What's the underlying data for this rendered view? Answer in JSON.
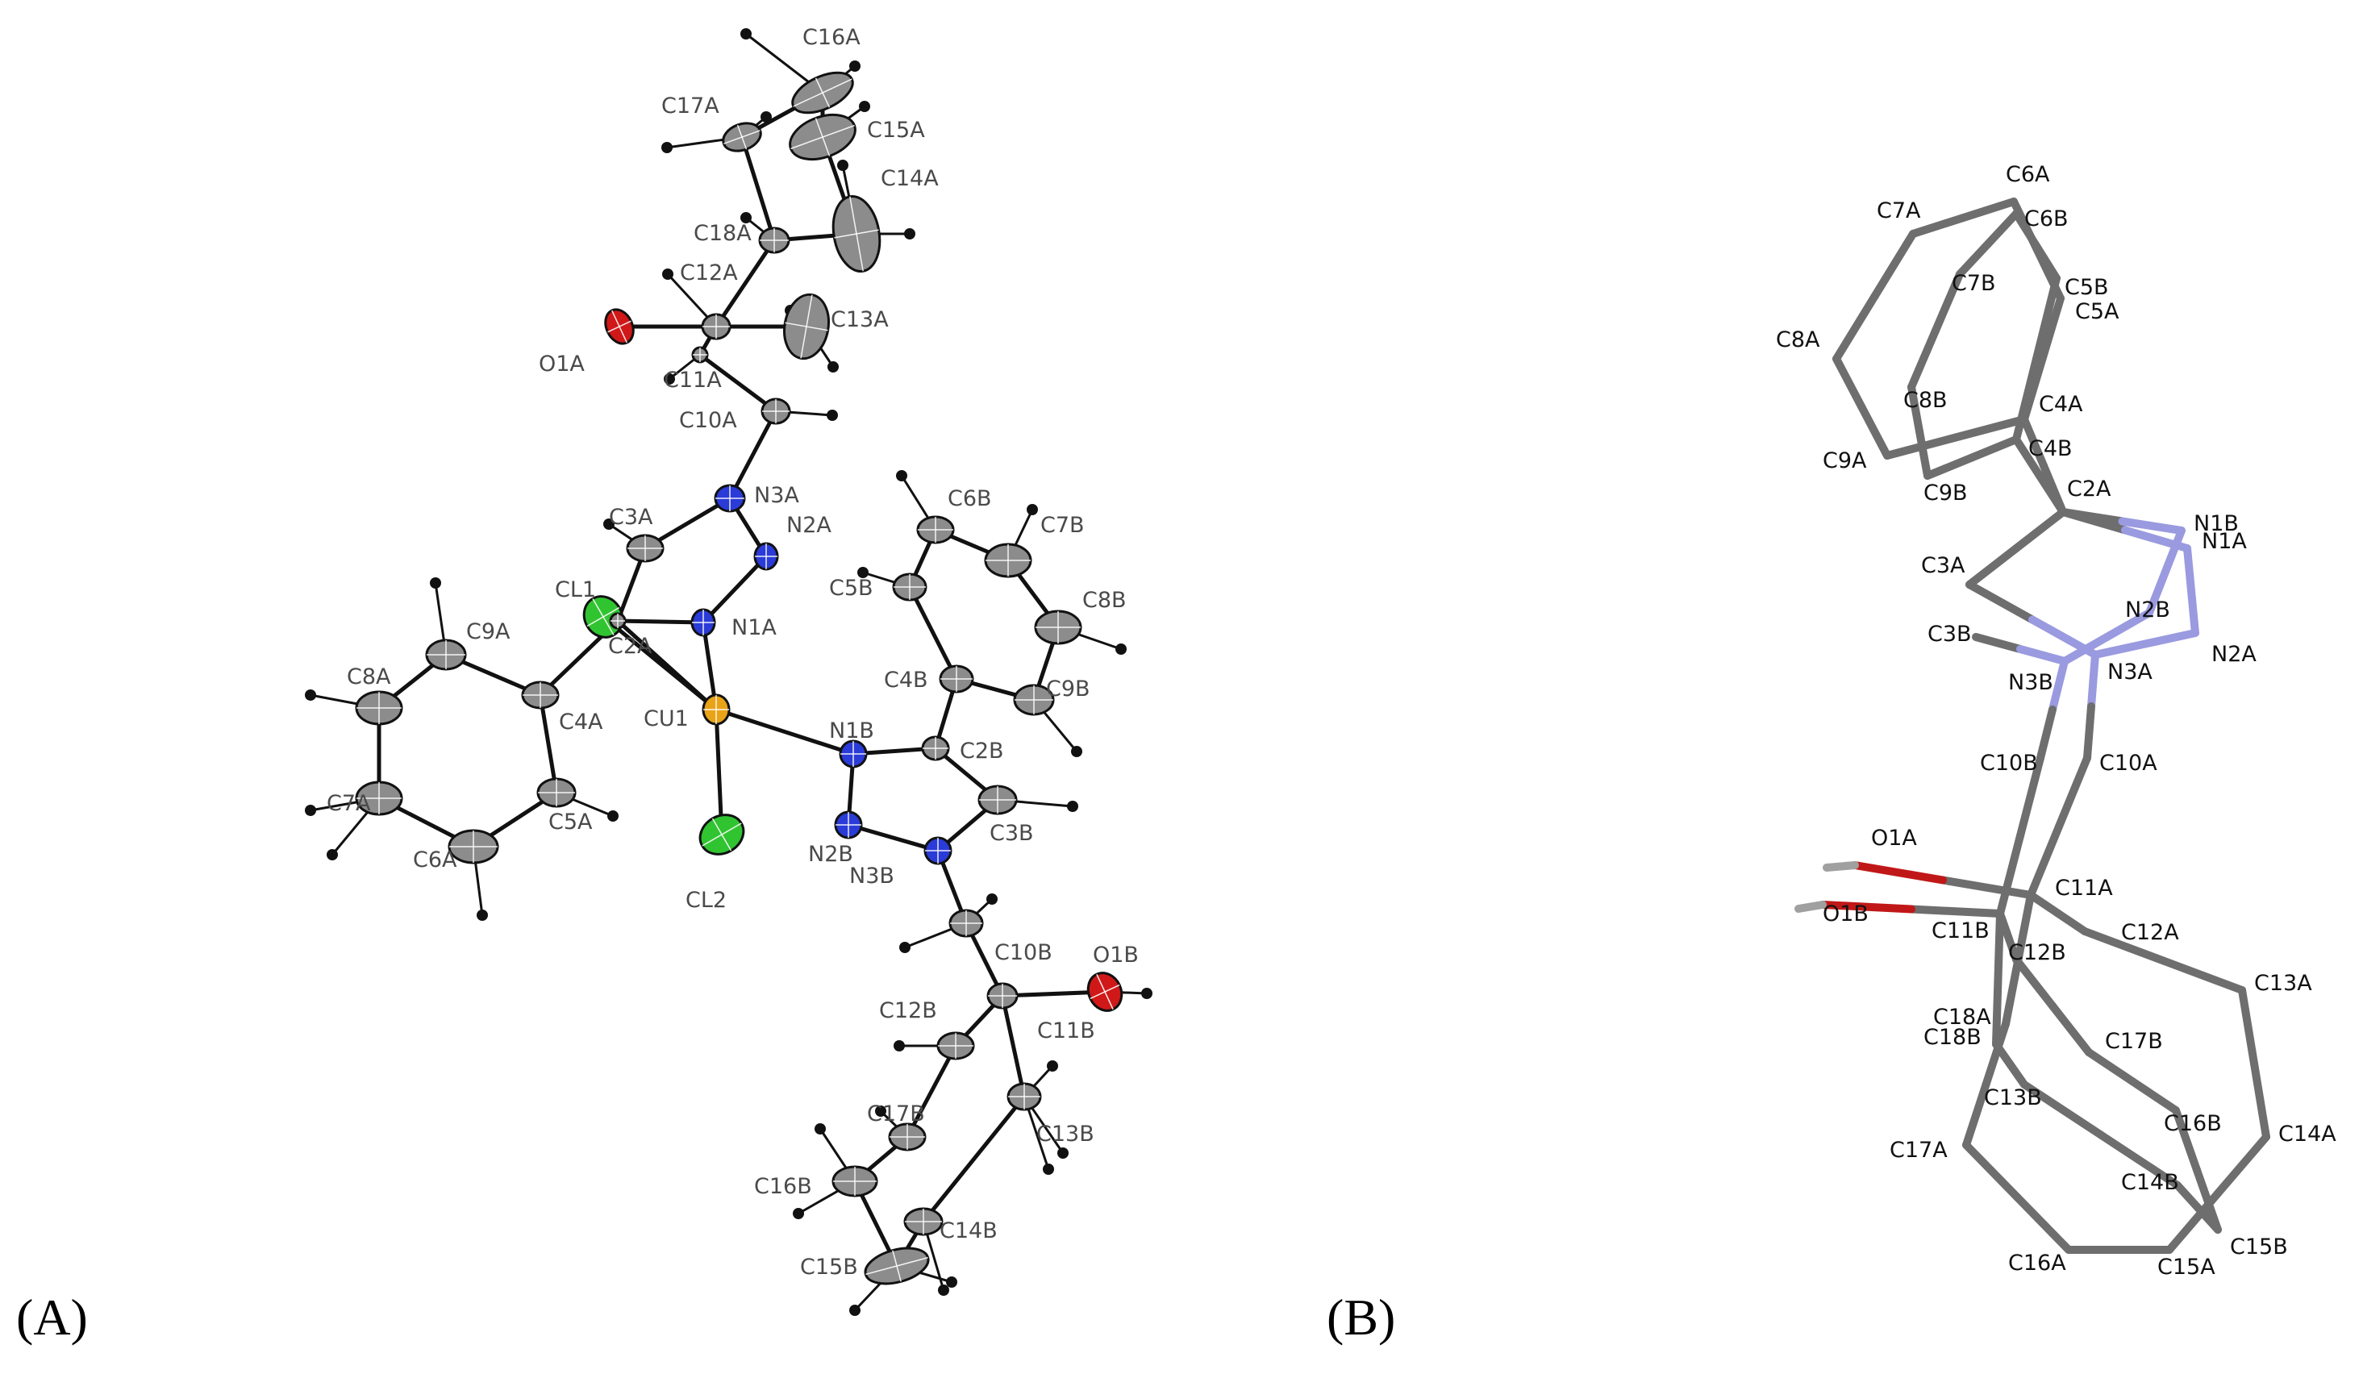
{
  "colors": {
    "background": "#ffffff",
    "bond_a": "#111111",
    "bond_b": "#6e6e6e",
    "carbon": "#8c8c8c",
    "nitrogen": "#2a3bd8",
    "nitrogen_b": "#9a9ae0",
    "oxygen": "#d01818",
    "oxygen_b": "#c01818",
    "chlorine": "#31c431",
    "copper": "#e8a317",
    "hydrogen": "#111111",
    "label_a": "#4a4a4a",
    "label_b": "#111111"
  },
  "panels": [
    {
      "letter": "(A)",
      "description_style": "ORTEP thermal ellipsoid plot",
      "atoms": [
        {
          "label": "C16A",
          "el": "C"
        },
        {
          "label": "C17A",
          "el": "C"
        },
        {
          "label": "C15A",
          "el": "C"
        },
        {
          "label": "C14A",
          "el": "C"
        },
        {
          "label": "C18A",
          "el": "C"
        },
        {
          "label": "C12A",
          "el": "C"
        },
        {
          "label": "C13A",
          "el": "C"
        },
        {
          "label": "O1A",
          "el": "O"
        },
        {
          "label": "C11A",
          "el": "C"
        },
        {
          "label": "C10A",
          "el": "C"
        },
        {
          "label": "N3A",
          "el": "N"
        },
        {
          "label": "C3A",
          "el": "C"
        },
        {
          "label": "N2A",
          "el": "N"
        },
        {
          "label": "CL1",
          "el": "Cl"
        },
        {
          "label": "N1A",
          "el": "N"
        },
        {
          "label": "C2A",
          "el": "C"
        },
        {
          "label": "C9A",
          "el": "C"
        },
        {
          "label": "C8A",
          "el": "C"
        },
        {
          "label": "C4A",
          "el": "C"
        },
        {
          "label": "C7A",
          "el": "C"
        },
        {
          "label": "C6A",
          "el": "C"
        },
        {
          "label": "C5A",
          "el": "C"
        },
        {
          "label": "CU1",
          "el": "Cu"
        },
        {
          "label": "CL2",
          "el": "Cl"
        },
        {
          "label": "N1B",
          "el": "N"
        },
        {
          "label": "N2B",
          "el": "N"
        },
        {
          "label": "N3B",
          "el": "N"
        },
        {
          "label": "C2B",
          "el": "C"
        },
        {
          "label": "C3B",
          "el": "C"
        },
        {
          "label": "C4B",
          "el": "C"
        },
        {
          "label": "C5B",
          "el": "C"
        },
        {
          "label": "C6B",
          "el": "C"
        },
        {
          "label": "C7B",
          "el": "C"
        },
        {
          "label": "C8B",
          "el": "C"
        },
        {
          "label": "C9B",
          "el": "C"
        },
        {
          "label": "C10B",
          "el": "C"
        },
        {
          "label": "C11B",
          "el": "C"
        },
        {
          "label": "O1B",
          "el": "O"
        },
        {
          "label": "C12B",
          "el": "C"
        },
        {
          "label": "C17B",
          "el": "C"
        },
        {
          "label": "C16B",
          "el": "C"
        },
        {
          "label": "C13B",
          "el": "C"
        },
        {
          "label": "C15B",
          "el": "C"
        },
        {
          "label": "C14B",
          "el": "C"
        }
      ],
      "bonds": [
        [
          "C16A",
          "C17A"
        ],
        [
          "C16A",
          "C15A"
        ],
        [
          "C15A",
          "C14A"
        ],
        [
          "C17A",
          "C18A"
        ],
        [
          "C18A",
          "C14A"
        ],
        [
          "C18A",
          "C12A"
        ],
        [
          "C12A",
          "C13A"
        ],
        [
          "C12A",
          "O1A"
        ],
        [
          "C12A",
          "C11A"
        ],
        [
          "C11A",
          "C10A"
        ],
        [
          "C10A",
          "N3A"
        ],
        [
          "N3A",
          "N2A"
        ],
        [
          "N3A",
          "C3A"
        ],
        [
          "C3A",
          "C2A"
        ],
        [
          "N2A",
          "N1A"
        ],
        [
          "N1A",
          "C2A"
        ],
        [
          "C2A",
          "C4A"
        ],
        [
          "C4A",
          "C9A"
        ],
        [
          "C4A",
          "C5A"
        ],
        [
          "C9A",
          "C8A"
        ],
        [
          "C8A",
          "C7A"
        ],
        [
          "C7A",
          "C6A"
        ],
        [
          "C6A",
          "C5A"
        ],
        [
          "CU1",
          "N1A"
        ],
        [
          "CU1",
          "C2A"
        ],
        [
          "CU1",
          "CL1"
        ],
        [
          "CU1",
          "CL2"
        ],
        [
          "CU1",
          "N1B"
        ],
        [
          "N1B",
          "N2B"
        ],
        [
          "N1B",
          "C2B"
        ],
        [
          "N2B",
          "N3B"
        ],
        [
          "N3B",
          "C3B"
        ],
        [
          "C3B",
          "C2B"
        ],
        [
          "C2B",
          "C4B"
        ],
        [
          "C4B",
          "C5B"
        ],
        [
          "C4B",
          "C9B"
        ],
        [
          "C5B",
          "C6B"
        ],
        [
          "C6B",
          "C7B"
        ],
        [
          "C7B",
          "C8B"
        ],
        [
          "C8B",
          "C9B"
        ],
        [
          "N3B",
          "C10B"
        ],
        [
          "C10B",
          "C11B"
        ],
        [
          "C11B",
          "O1B"
        ],
        [
          "C11B",
          "C12B"
        ],
        [
          "C11B",
          "C13B"
        ],
        [
          "C12B",
          "C17B"
        ],
        [
          "C17B",
          "C16B"
        ],
        [
          "C16B",
          "C15B"
        ],
        [
          "C15B",
          "C14B"
        ],
        [
          "C14B",
          "C13B"
        ]
      ]
    },
    {
      "letter": "(B)",
      "description_style": "overlay capped-stick plot",
      "atoms": [
        {
          "label": "C6A",
          "el": "C"
        },
        {
          "label": "C7A",
          "el": "C"
        },
        {
          "label": "C6B",
          "el": "C"
        },
        {
          "label": "C5B",
          "el": "C"
        },
        {
          "label": "C7B",
          "el": "C"
        },
        {
          "label": "C5A",
          "el": "C"
        },
        {
          "label": "C8A",
          "el": "C"
        },
        {
          "label": "C8B",
          "el": "C"
        },
        {
          "label": "C4A",
          "el": "C"
        },
        {
          "label": "C4B",
          "el": "C"
        },
        {
          "label": "C9A",
          "el": "C"
        },
        {
          "label": "C9B",
          "el": "C"
        },
        {
          "label": "C2A",
          "el": "C"
        },
        {
          "label": "N1B",
          "el": "N"
        },
        {
          "label": "N1A",
          "el": "N"
        },
        {
          "label": "C3A",
          "el": "C"
        },
        {
          "label": "N2B",
          "el": "N"
        },
        {
          "label": "C3B",
          "el": "C"
        },
        {
          "label": "N2A",
          "el": "N"
        },
        {
          "label": "N3B",
          "el": "N"
        },
        {
          "label": "N3A",
          "el": "N"
        },
        {
          "label": "C10B",
          "el": "C"
        },
        {
          "label": "C10A",
          "el": "C"
        },
        {
          "label": "O1A",
          "el": "O"
        },
        {
          "label": "C11A",
          "el": "C"
        },
        {
          "label": "O1B",
          "el": "O"
        },
        {
          "label": "C11B",
          "el": "C"
        },
        {
          "label": "C12B",
          "el": "C"
        },
        {
          "label": "C12A",
          "el": "C"
        },
        {
          "label": "C13A",
          "el": "C"
        },
        {
          "label": "C18A",
          "el": "C"
        },
        {
          "label": "C18B",
          "el": "C"
        },
        {
          "label": "C17B",
          "el": "C"
        },
        {
          "label": "C13B",
          "el": "C"
        },
        {
          "label": "C16B",
          "el": "C"
        },
        {
          "label": "C14A",
          "el": "C"
        },
        {
          "label": "C17A",
          "el": "C"
        },
        {
          "label": "C14B",
          "el": "C"
        },
        {
          "label": "C15B",
          "el": "C"
        },
        {
          "label": "C16A",
          "el": "C"
        },
        {
          "label": "C15A",
          "el": "C"
        }
      ],
      "bonds": [
        [
          "C4A",
          "C5A"
        ],
        [
          "C5A",
          "C6A"
        ],
        [
          "C6A",
          "C7A"
        ],
        [
          "C7A",
          "C8A"
        ],
        [
          "C8A",
          "C9A"
        ],
        [
          "C9A",
          "C4A"
        ],
        [
          "C4B",
          "C5B"
        ],
        [
          "C5B",
          "C6B"
        ],
        [
          "C6B",
          "C7B"
        ],
        [
          "C7B",
          "C8B"
        ],
        [
          "C8B",
          "C9B"
        ],
        [
          "C9B",
          "C4B"
        ],
        [
          "C4A",
          "C2A"
        ],
        [
          "C4B",
          "C2A"
        ],
        [
          "C2A",
          "C3A"
        ],
        [
          "C2A",
          "N1A"
        ],
        [
          "C2A",
          "N1B"
        ],
        [
          "C3A",
          "N3A"
        ],
        [
          "C3B",
          "N3B"
        ],
        [
          "N1A",
          "N2A"
        ],
        [
          "N2A",
          "N3A"
        ],
        [
          "N1B",
          "N2B"
        ],
        [
          "N2B",
          "N3B"
        ],
        [
          "N3A",
          "C10A"
        ],
        [
          "N3B",
          "C10B"
        ],
        [
          "C10A",
          "C11A"
        ],
        [
          "C10B",
          "C11B"
        ],
        [
          "C11A",
          "O1A"
        ],
        [
          "C11B",
          "O1B"
        ],
        [
          "C11A",
          "C12A"
        ],
        [
          "C11B",
          "C12B"
        ],
        [
          "C12A",
          "C13A"
        ],
        [
          "C13A",
          "C14A"
        ],
        [
          "C14A",
          "C15A"
        ],
        [
          "C15A",
          "C16A"
        ],
        [
          "C16A",
          "C17A"
        ],
        [
          "C17A",
          "C18A"
        ],
        [
          "C18A",
          "C11A"
        ],
        [
          "C12B",
          "C17B"
        ],
        [
          "C17B",
          "C16B"
        ],
        [
          "C16B",
          "C15B"
        ],
        [
          "C15B",
          "C14B"
        ],
        [
          "C14B",
          "C13B"
        ],
        [
          "C13B",
          "C18B"
        ],
        [
          "C18B",
          "C11B"
        ]
      ]
    }
  ]
}
